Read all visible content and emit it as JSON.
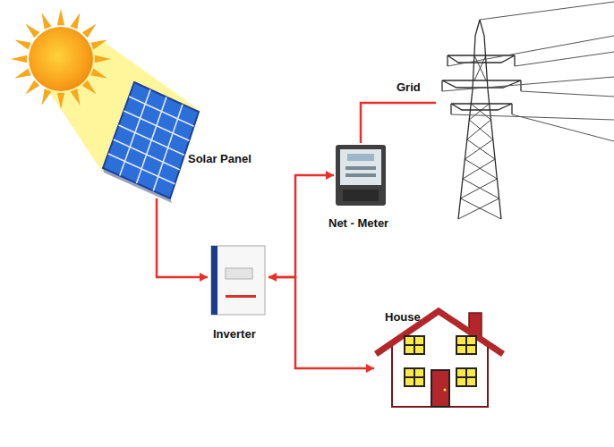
{
  "diagram": {
    "nodes": [
      {
        "text": [
          "Solar Panel"
        ]
      },
      {
        "text": [
          "Inverter"
        ]
      },
      {
        "text": [
          "Net - Meter"
        ]
      },
      {
        "text": [
          "Grid"
        ]
      },
      {
        "text": [
          "House"
        ]
      }
    ],
    "edges": [
      {
        "from": 0,
        "to": 1,
        "arrow": "to"
      },
      {
        "from": 1,
        "to": 2,
        "arrow": "both"
      },
      {
        "from": 2,
        "to": 3,
        "arrow": "none"
      },
      {
        "from": 1,
        "to": 4,
        "arrow": "to"
      }
    ]
  }
}
